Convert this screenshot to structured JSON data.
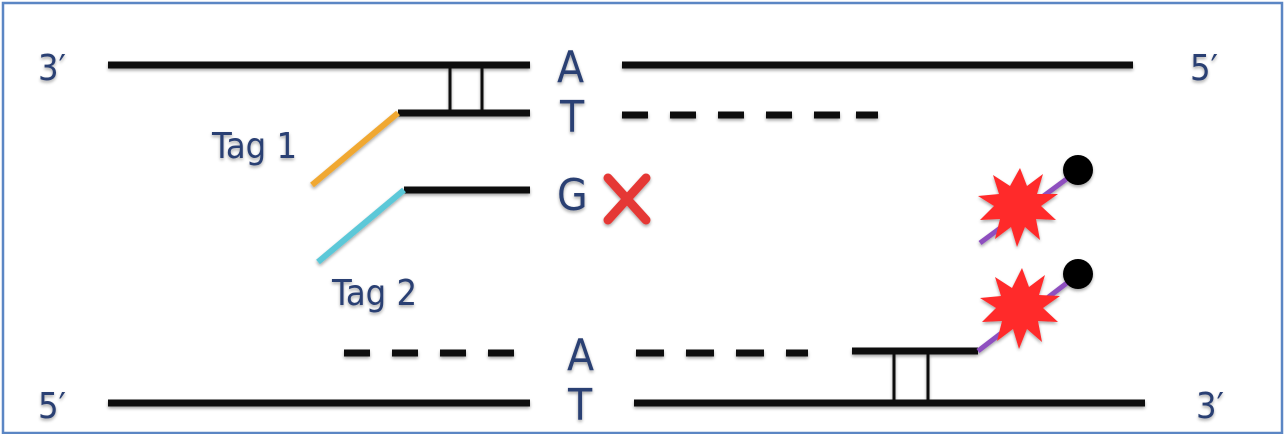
{
  "diagram": {
    "top_strand": {
      "left_end": "3′",
      "right_end": "5′",
      "base": "A"
    },
    "bottom_strand": {
      "left_end": "5′",
      "right_end": "3′",
      "base": "T"
    },
    "primer_1": {
      "base": "T",
      "tag": "Tag 1"
    },
    "primer_2": {
      "base": "G",
      "tag": "Tag 2",
      "mismatch_mark": "X"
    },
    "reverse_primer": {
      "base": "A"
    }
  },
  "colors": {
    "frame_border": "#5b86c4",
    "strand": "#111111",
    "text": "#2b3f73",
    "tag_1": "#f0a830",
    "tag_2": "#5bc8d8",
    "mismatch": "#e53935",
    "probe_linker": "#8e4fbf",
    "fluorophore": "#ff2a2a",
    "quencher": "#000000"
  },
  "icons": {
    "mismatch": "x-mark-icon",
    "fluorophore": "starburst-icon",
    "quencher": "filled-circle-icon"
  }
}
